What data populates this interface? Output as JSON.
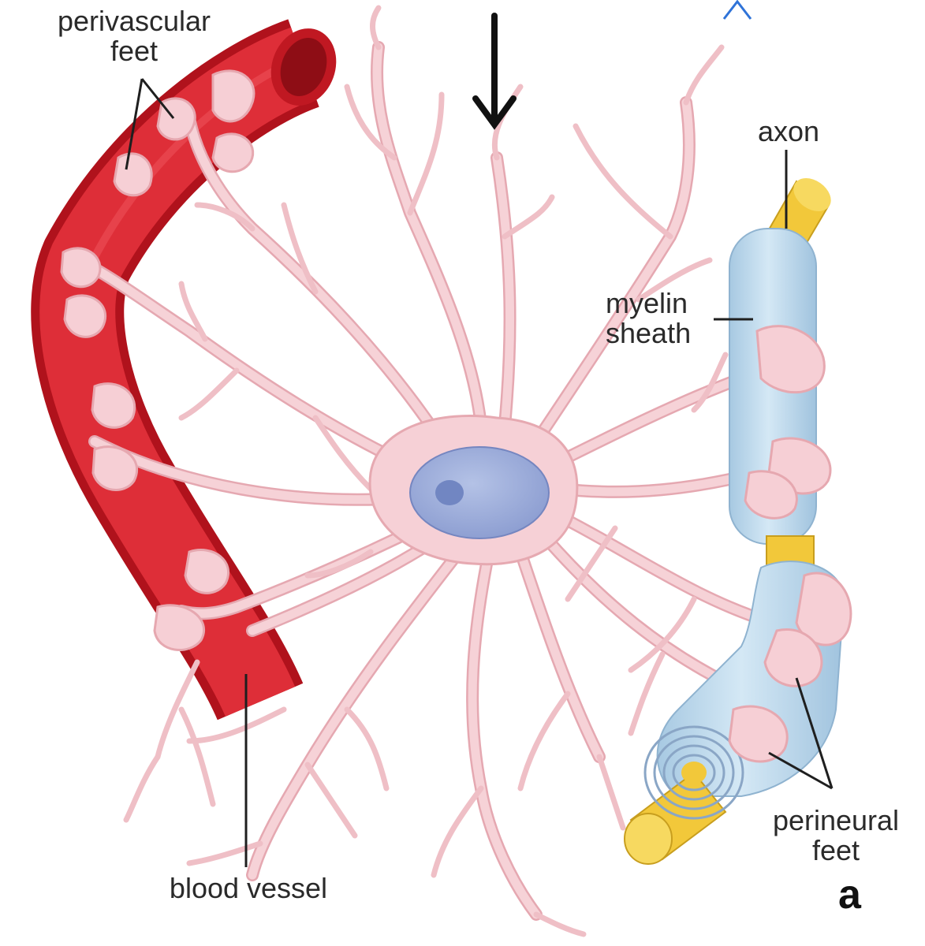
{
  "labels": {
    "perivascular_feet": "perivascular\nfeet",
    "axon": "axon",
    "myelin_sheath": "myelin\nsheath",
    "blood_vessel": "blood vessel",
    "perineural_feet": "perineural\nfeet",
    "panel_letter": "a"
  },
  "colors": {
    "vessel": "#d9232d",
    "vessel_dark": "#a8141d",
    "astrocyte": "#f6cfd4",
    "astrocyte_edge": "#e7a9b1",
    "nucleus": "#9fb0dc",
    "nucleolus": "#7186c2",
    "myelin": "#b9d6ea",
    "axon": "#f2c83a"
  },
  "icons": {
    "pointer_arrow": "down-arrow-icon",
    "corner_mark": "caret-up-icon"
  }
}
